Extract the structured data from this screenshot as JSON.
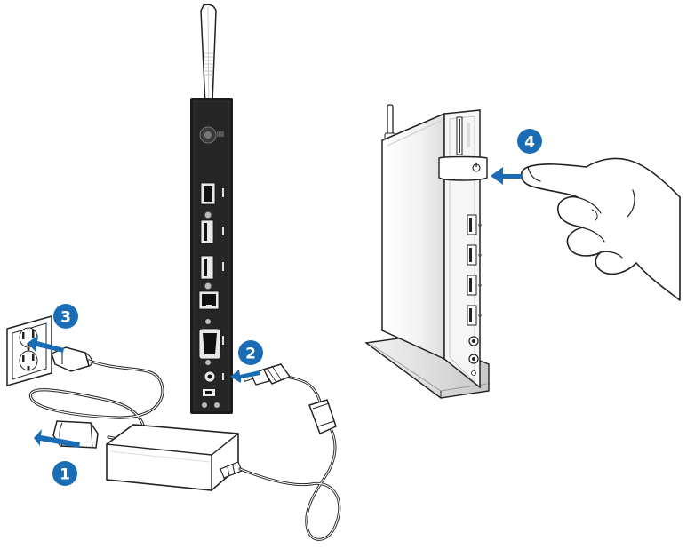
{
  "steps": [
    {
      "number": "1"
    },
    {
      "number": "2"
    },
    {
      "number": "3"
    },
    {
      "number": "4"
    }
  ],
  "colors": {
    "step_badge": "#1a6db4",
    "arrow": "#1a6db4",
    "device_body": "#1c1c1c",
    "line_art": "#222222",
    "white": "#ffffff"
  },
  "icons": {
    "power": "power-icon",
    "usb": "usb-icon",
    "hdmi": "hdmi-icon"
  }
}
